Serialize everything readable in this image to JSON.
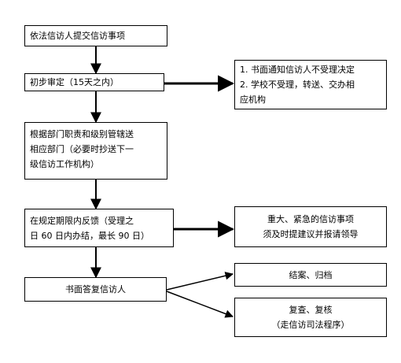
{
  "main_steps": [
    {
      "lines": [
        "依法信访人提交信访事项"
      ]
    },
    {
      "lines": [
        "初步审定（15天之内）"
      ]
    },
    {
      "lines": [
        "根据部门职责和级别管辖送",
        "相应部门（必要时抄送下一",
        "级信访工作机构）"
      ]
    },
    {
      "lines": [
        "在规定期限内反馈（受理之",
        "日 60 日内办结，最长 90 日）"
      ]
    },
    {
      "lines": [
        "书面答复信访人"
      ]
    }
  ],
  "side_boxes": [
    {
      "lines": [
        "1. 书面通知信访人不受理决定",
        "2. 学校不受理，转送、交办相",
        "应机构"
      ]
    },
    {
      "lines": [
        "重大、紧急的信访事项",
        "须及时提建议并报请领导"
      ]
    },
    {
      "lines": [
        "结案、归档"
      ]
    },
    {
      "lines": [
        "复查、复核",
        "（走信访司法程序）"
      ]
    }
  ],
  "colors": {
    "stroke": "#000000",
    "background": "#ffffff"
  }
}
